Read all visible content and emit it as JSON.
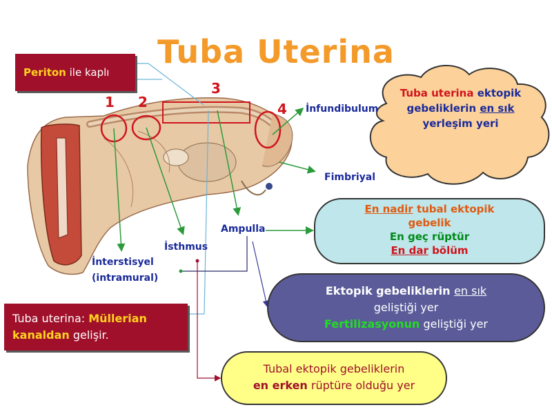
{
  "title": "Tuba Uterina",
  "periton": {
    "bold": "Periton",
    "rest": " ile kaplı"
  },
  "mullerian": {
    "pre": "Tuba uterina: ",
    "bold1": "Müllerian",
    "bold2": "kanaldan",
    "rest": " gelişir."
  },
  "numbers": [
    "1",
    "2",
    "3",
    "4"
  ],
  "labels": {
    "infundibulum": "İnfundibulum",
    "fimbriyal": "Fimbriyal",
    "ampulla": "Ampulla",
    "isthmus": "İsthmus",
    "interstisyel": "İnterstisyel",
    "intramural": "(intramural)"
  },
  "cloud": {
    "p1": "Tuba uterina",
    "p2": " ektopik",
    "p3": "gebeliklerin ",
    "p4": "en sık",
    "p5": "yerleşim yeri"
  },
  "nadir": {
    "a1": "En nadir",
    "a2": " tubal ektopik",
    "b": "gebelik",
    "c": "En geç rüptür",
    "d1": "En dar",
    "d2": " bölüm"
  },
  "ektopik": {
    "a1": "Ektopik gebeliklerin ",
    "a2": "en sık",
    "b": "geliştiği yer",
    "c1": "Fertilizasyonun",
    "c2": " geliştiği yer"
  },
  "erken": {
    "a": "Tubal ektopik gebeliklerin",
    "b1": "en erken",
    "b2": " rüptüre olduğu yer"
  },
  "colors": {
    "title": "#f39a2a",
    "box": "#a0102a",
    "marker": "#d0141c",
    "arrow": "#2a9a3a",
    "label": "#1a2a9a"
  }
}
